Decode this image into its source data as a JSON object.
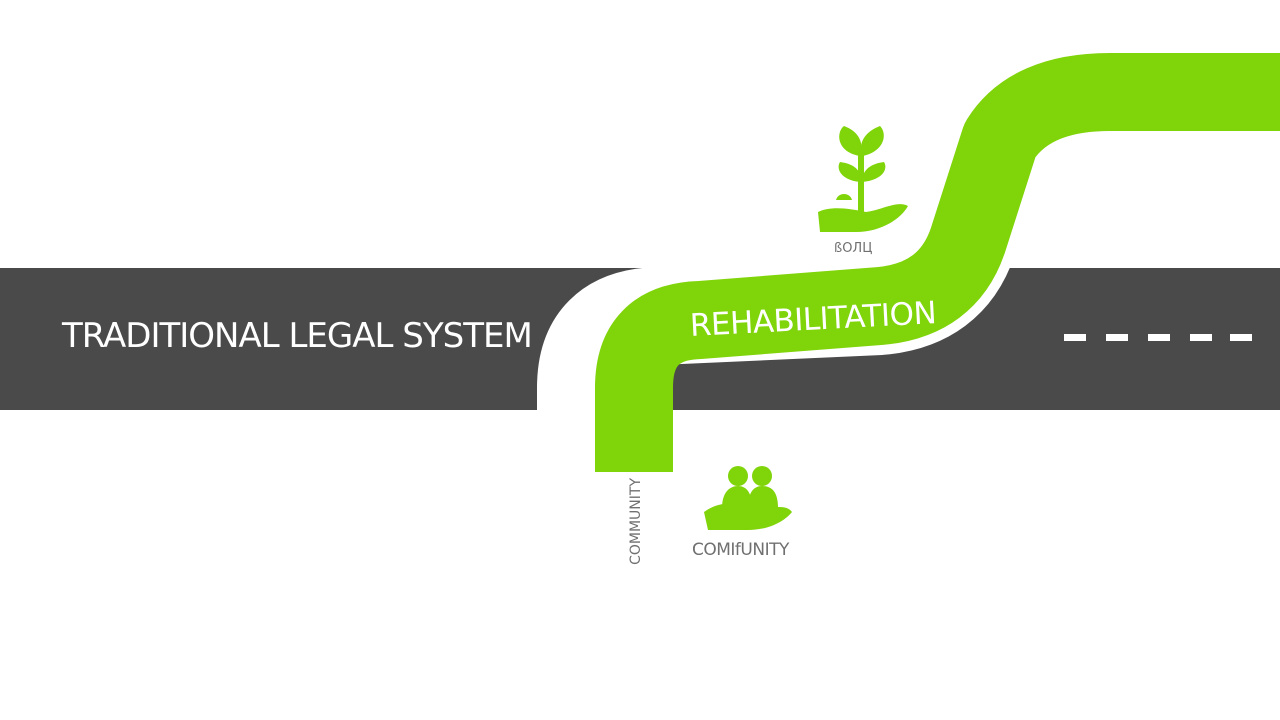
{
  "colors": {
    "road": "#4a4a4a",
    "accent": "#80d40a",
    "lane_dash": "#ffffff",
    "caption": "#707070",
    "background": "#ffffff"
  },
  "road": {
    "label": "TRADITIONAL LEGAL SYSTEM"
  },
  "path": {
    "label": "REHABILITATION"
  },
  "icons": {
    "growth": {
      "name": "plant-in-hand-icon",
      "caption": "ßОЛЦ"
    },
    "community": {
      "name": "people-in-hand-icon",
      "caption": "COMIfUNITY"
    }
  },
  "vertical_label": {
    "text": "COMMUNITY"
  }
}
